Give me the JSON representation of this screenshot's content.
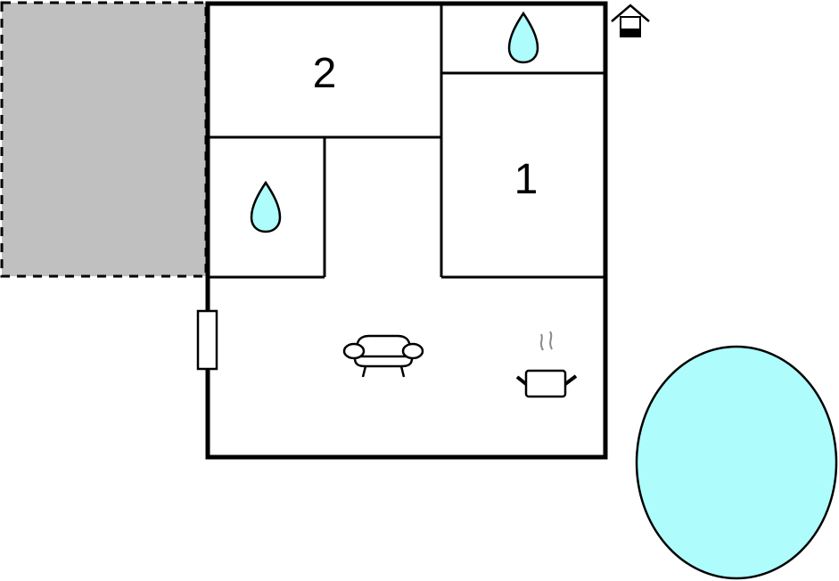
{
  "floorplan": {
    "colors": {
      "wall": "#000000",
      "background": "#ffffff",
      "terrace": "#c0c0c0",
      "water": "#aefcfc",
      "steam": "#888888"
    },
    "rooms": [
      {
        "id": "bedroom-2",
        "label": "2"
      },
      {
        "id": "bedroom-1",
        "label": "1"
      },
      {
        "id": "bathroom-top",
        "label": ""
      },
      {
        "id": "bathroom-left",
        "label": ""
      },
      {
        "id": "living-kitchen",
        "label": ""
      }
    ],
    "icons": [
      "house-entrance-icon",
      "water-drop-icon",
      "water-drop-icon",
      "sofa-icon",
      "cooking-pot-icon",
      "door-icon",
      "pool-icon"
    ],
    "areas": {
      "terrace": "covered-terrace",
      "pool": "swimming-pool"
    }
  }
}
